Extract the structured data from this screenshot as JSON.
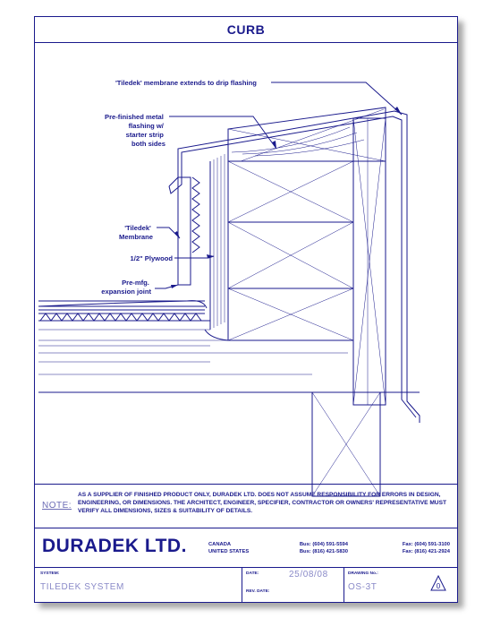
{
  "title": "CURB",
  "labels": {
    "membrane_drip": "'Tiledek' membrane extends to drip flashing",
    "flashing_lines": [
      "Pre-finished metal",
      "flashing w/",
      "starter strip",
      "both sides"
    ],
    "tiledek_membrane_lines": [
      "'Tiledek'",
      "Membrane"
    ],
    "plywood": "1/2\" Plywood",
    "expansion_joint_lines": [
      "Pre-mfg.",
      "expansion joint"
    ]
  },
  "note": {
    "label": "NOTE:",
    "text": "AS A SUPPLIER OF FINISHED PRODUCT ONLY, DURADEK LTD. DOES NOT ASSUME RESPONSIBILITY FOR ERRORS IN DESIGN, ENGINEERING, OR DIMENSIONS. THE ARCHITECT, ENGINEER, SPECIFIER, CONTRACTOR OR OWNERS' REPRESENTATIVE MUST VERIFY ALL DIMENSIONS, SIZES & SUITABILITY OF DETAILS."
  },
  "company": {
    "name": "DURADEK LTD.",
    "country1": "CANADA",
    "country2": "UNITED STATES",
    "bus1": "Bus: (604) 591-5594",
    "bus2": "Bus: (816) 421-5830",
    "fax1": "Fax: (604) 591-3100",
    "fax2": "Fax: (816) 421-2924"
  },
  "info": {
    "system_label": "SYSTEM:",
    "system_value": "TILEDEK SYSTEM",
    "date_label": "DATE:",
    "date_value": "25/08/08",
    "rev_date_label": "REV. DATE:",
    "drawing_no_label": "DRAWING No.:",
    "drawing_no_value": "OS-3T",
    "revision": "0"
  },
  "colors": {
    "ink": "#1a1a8c",
    "faint": "#8a8ac8"
  }
}
